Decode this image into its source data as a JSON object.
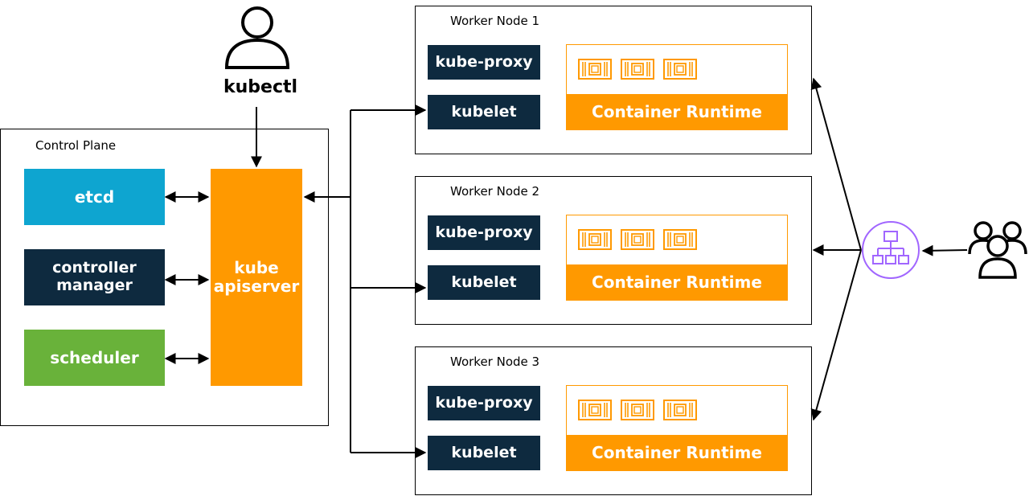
{
  "kubectl": {
    "label": "kubectl",
    "icon": "user-icon"
  },
  "control_plane": {
    "title": "Control Plane",
    "etcd": "etcd",
    "controller_manager": "controller\nmanager",
    "scheduler": "scheduler",
    "apiserver": "kube\napiserver"
  },
  "workers": [
    {
      "title": "Worker Node 1",
      "proxy": "kube-proxy",
      "kubelet": "kubelet",
      "runtime": "Container Runtime"
    },
    {
      "title": "Worker Node 2",
      "proxy": "kube-proxy",
      "kubelet": "kubelet",
      "runtime": "Container Runtime"
    },
    {
      "title": "Worker Node 3",
      "proxy": "kube-proxy",
      "kubelet": "kubelet",
      "runtime": "Container Runtime"
    }
  ],
  "icons": {
    "load_balancer": "load-balancer-icon",
    "users": "users-group-icon",
    "container": "container-chip-icon"
  },
  "colors": {
    "orange": "#ff9900",
    "navy": "#0e2a3f",
    "blue": "#0ea5d0",
    "green": "#69b23a",
    "purple": "#a166ff"
  }
}
